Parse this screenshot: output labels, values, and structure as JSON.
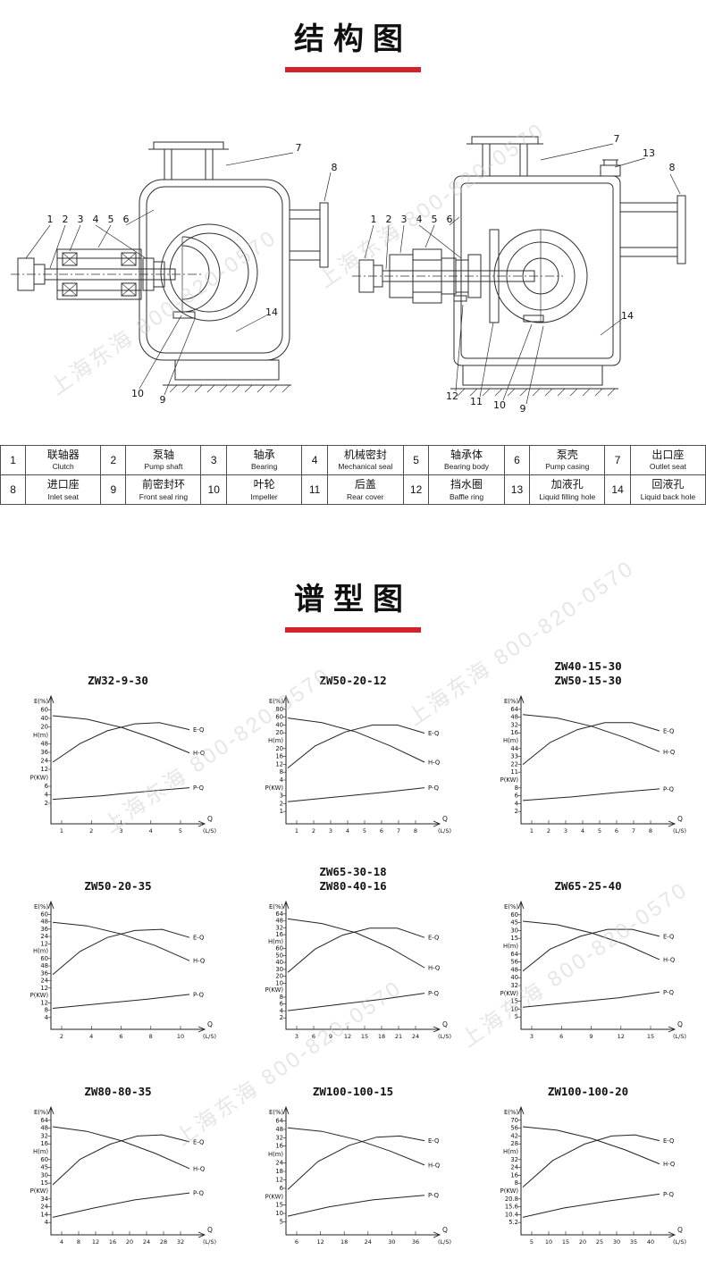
{
  "watermark": {
    "text": "上海东海 800-820-0570"
  },
  "section_structure": {
    "title": "结构图"
  },
  "section_curves": {
    "title": "谱型图"
  },
  "structure": {
    "diagram1": {
      "callouts": [
        "1",
        "2",
        "3",
        "4",
        "5",
        "6",
        "7",
        "8",
        "14",
        "10",
        "9"
      ]
    },
    "diagram2": {
      "callouts": [
        "1",
        "2",
        "3",
        "4",
        "5",
        "6",
        "7",
        "13",
        "8",
        "14",
        "12",
        "11",
        "10",
        "9"
      ]
    }
  },
  "parts": [
    {
      "num": "1",
      "cn": "联轴器",
      "en": "Clutch"
    },
    {
      "num": "2",
      "cn": "泵轴",
      "en": "Pump shaft"
    },
    {
      "num": "3",
      "cn": "轴承",
      "en": "Bearing"
    },
    {
      "num": "4",
      "cn": "机械密封",
      "en": "Mechanical seal"
    },
    {
      "num": "5",
      "cn": "轴承体",
      "en": "Bearing body"
    },
    {
      "num": "6",
      "cn": "泵壳",
      "en": "Pump casing"
    },
    {
      "num": "7",
      "cn": "出口座",
      "en": "Outlet seat"
    },
    {
      "num": "8",
      "cn": "进口座",
      "en": "Inlet seat"
    },
    {
      "num": "9",
      "cn": "前密封环",
      "en": "Front seal ring"
    },
    {
      "num": "10",
      "cn": "叶轮",
      "en": "Impeller"
    },
    {
      "num": "11",
      "cn": "后盖",
      "en": "Rear cover"
    },
    {
      "num": "12",
      "cn": "挡水圈",
      "en": "Baffle ring"
    },
    {
      "num": "13",
      "cn": "加液孔",
      "en": "Liquid filling hole"
    },
    {
      "num": "14",
      "cn": "回液孔",
      "en": "Liquid back hole"
    }
  ],
  "chart_data": [
    {
      "type": "line",
      "title_lines": [
        "ZW32-9-30"
      ],
      "x_label": "Q",
      "x_unit": "(L/S)",
      "x_ticks": [
        "1",
        "2",
        "3",
        "4",
        "5"
      ],
      "y_axis": [
        {
          "title": "E(%)",
          "ticks": [
            "60",
            "40",
            "20"
          ]
        },
        {
          "title": "H(m)",
          "ticks": [
            "48",
            "36",
            "24",
            "12"
          ]
        },
        {
          "title": "P(KW)",
          "ticks": [
            "6",
            "4",
            "2"
          ]
        }
      ],
      "series": [
        {
          "name": "E-Q",
          "points": [
            [
              0,
              0.5
            ],
            [
              0.2,
              0.34
            ],
            [
              0.4,
              0.23
            ],
            [
              0.6,
              0.17
            ],
            [
              0.78,
              0.16
            ],
            [
              1,
              0.22
            ]
          ]
        },
        {
          "name": "H-Q",
          "points": [
            [
              0,
              0.1
            ],
            [
              0.25,
              0.13
            ],
            [
              0.5,
              0.2
            ],
            [
              0.75,
              0.3
            ],
            [
              1,
              0.42
            ]
          ]
        },
        {
          "name": "P-Q",
          "points": [
            [
              0,
              0.82
            ],
            [
              0.35,
              0.79
            ],
            [
              0.7,
              0.75
            ],
            [
              1,
              0.72
            ]
          ]
        }
      ]
    },
    {
      "type": "line",
      "title_lines": [
        "ZW50-20-12"
      ],
      "x_label": "Q",
      "x_unit": "(L/S)",
      "x_ticks": [
        "1",
        "2",
        "3",
        "4",
        "5",
        "6",
        "7",
        "8"
      ],
      "y_axis": [
        {
          "title": "E(%)",
          "ticks": [
            "80",
            "60",
            "40",
            "20"
          ]
        },
        {
          "title": "H(m)",
          "ticks": [
            "20",
            "16",
            "12",
            "8",
            "4"
          ]
        },
        {
          "title": "P(KW)",
          "ticks": [
            "3",
            "2",
            "1"
          ]
        }
      ],
      "series": [
        {
          "name": "E-Q",
          "points": [
            [
              0,
              0.55
            ],
            [
              0.2,
              0.36
            ],
            [
              0.42,
              0.24
            ],
            [
              0.62,
              0.18
            ],
            [
              0.8,
              0.18
            ],
            [
              1,
              0.25
            ]
          ]
        },
        {
          "name": "H-Q",
          "points": [
            [
              0,
              0.12
            ],
            [
              0.25,
              0.16
            ],
            [
              0.5,
              0.24
            ],
            [
              0.75,
              0.36
            ],
            [
              1,
              0.5
            ]
          ]
        },
        {
          "name": "P-Q",
          "points": [
            [
              0,
              0.84
            ],
            [
              0.35,
              0.8
            ],
            [
              0.7,
              0.76
            ],
            [
              1,
              0.72
            ]
          ]
        }
      ]
    },
    {
      "type": "line",
      "title_lines": [
        "ZW40-15-30",
        "ZW50-15-30"
      ],
      "x_label": "Q",
      "x_unit": "(L/S)",
      "x_ticks": [
        "1",
        "2",
        "3",
        "4",
        "5",
        "6",
        "7",
        "8"
      ],
      "y_axis": [
        {
          "title": "E(%)",
          "ticks": [
            "64",
            "48",
            "32",
            "16"
          ]
        },
        {
          "title": "H(m)",
          "ticks": [
            "44",
            "33",
            "22",
            "11"
          ]
        },
        {
          "title": "P(KW)",
          "ticks": [
            "8",
            "6",
            "4",
            "2"
          ]
        }
      ],
      "series": [
        {
          "name": "E-Q",
          "points": [
            [
              0,
              0.52
            ],
            [
              0.2,
              0.33
            ],
            [
              0.4,
              0.22
            ],
            [
              0.6,
              0.16
            ],
            [
              0.8,
              0.16
            ],
            [
              1,
              0.23
            ]
          ]
        },
        {
          "name": "H-Q",
          "points": [
            [
              0,
              0.09
            ],
            [
              0.25,
              0.12
            ],
            [
              0.5,
              0.19
            ],
            [
              0.75,
              0.29
            ],
            [
              1,
              0.41
            ]
          ]
        },
        {
          "name": "P-Q",
          "points": [
            [
              0,
              0.83
            ],
            [
              0.35,
              0.8
            ],
            [
              0.7,
              0.76
            ],
            [
              1,
              0.73
            ]
          ]
        }
      ]
    },
    {
      "type": "line",
      "title_lines": [
        "ZW50-20-35"
      ],
      "x_label": "Q",
      "x_unit": "(L/S)",
      "x_ticks": [
        "2",
        "4",
        "6",
        "8",
        "10"
      ],
      "y_axis": [
        {
          "title": "E(%)",
          "ticks": [
            "60",
            "48",
            "36",
            "24",
            "12"
          ]
        },
        {
          "title": "H(m)",
          "ticks": [
            "60",
            "48",
            "36",
            "24",
            "12"
          ]
        },
        {
          "title": "P(KW)",
          "ticks": [
            "12",
            "8",
            "4"
          ]
        }
      ],
      "series": [
        {
          "name": "E-Q",
          "points": [
            [
              0,
              0.56
            ],
            [
              0.2,
              0.36
            ],
            [
              0.4,
              0.24
            ],
            [
              0.6,
              0.18
            ],
            [
              0.8,
              0.17
            ],
            [
              1,
              0.24
            ]
          ]
        },
        {
          "name": "H-Q",
          "points": [
            [
              0,
              0.11
            ],
            [
              0.25,
              0.14
            ],
            [
              0.5,
              0.21
            ],
            [
              0.75,
              0.31
            ],
            [
              1,
              0.44
            ]
          ]
        },
        {
          "name": "P-Q",
          "points": [
            [
              0,
              0.85
            ],
            [
              0.35,
              0.81
            ],
            [
              0.7,
              0.77
            ],
            [
              1,
              0.73
            ]
          ]
        }
      ]
    },
    {
      "type": "line",
      "title_lines": [
        "ZW65-30-18",
        "ZW80-40-16"
      ],
      "x_label": "Q",
      "x_unit": "(L/S)",
      "x_ticks": [
        "3",
        "6",
        "9",
        "12",
        "15",
        "18",
        "21",
        "24"
      ],
      "y_axis": [
        {
          "title": "E(%)",
          "ticks": [
            "64",
            "48",
            "32",
            "16"
          ]
        },
        {
          "title": "H(m)",
          "ticks": [
            "60",
            "50",
            "40",
            "30",
            "20",
            "10"
          ]
        },
        {
          "title": "P(KW)",
          "ticks": [
            "8",
            "6",
            "4",
            "2"
          ]
        }
      ],
      "series": [
        {
          "name": "E-Q",
          "points": [
            [
              0,
              0.54
            ],
            [
              0.2,
              0.34
            ],
            [
              0.4,
              0.22
            ],
            [
              0.6,
              0.16
            ],
            [
              0.8,
              0.16
            ],
            [
              1,
              0.24
            ]
          ]
        },
        {
          "name": "H-Q",
          "points": [
            [
              0,
              0.08
            ],
            [
              0.25,
              0.12
            ],
            [
              0.5,
              0.2
            ],
            [
              0.75,
              0.33
            ],
            [
              1,
              0.5
            ]
          ]
        },
        {
          "name": "P-Q",
          "points": [
            [
              0,
              0.87
            ],
            [
              0.35,
              0.82
            ],
            [
              0.7,
              0.77
            ],
            [
              1,
              0.72
            ]
          ]
        }
      ]
    },
    {
      "type": "line",
      "title_lines": [
        "ZW65-25-40"
      ],
      "x_label": "Q",
      "x_unit": "(L/S)",
      "x_ticks": [
        "3",
        "6",
        "9",
        "12",
        "15"
      ],
      "y_axis": [
        {
          "title": "E(%)",
          "ticks": [
            "60",
            "45",
            "30",
            "15"
          ]
        },
        {
          "title": "H(m)",
          "ticks": [
            "64",
            "56",
            "48",
            "40",
            "32"
          ]
        },
        {
          "title": "P(KW)",
          "ticks": [
            "15",
            "10",
            "5"
          ]
        }
      ],
      "series": [
        {
          "name": "E-Q",
          "points": [
            [
              0,
              0.53
            ],
            [
              0.2,
              0.34
            ],
            [
              0.42,
              0.23
            ],
            [
              0.62,
              0.17
            ],
            [
              0.8,
              0.17
            ],
            [
              1,
              0.23
            ]
          ]
        },
        {
          "name": "H-Q",
          "points": [
            [
              0,
              0.1
            ],
            [
              0.25,
              0.13
            ],
            [
              0.5,
              0.2
            ],
            [
              0.75,
              0.3
            ],
            [
              1,
              0.43
            ]
          ]
        },
        {
          "name": "P-Q",
          "points": [
            [
              0,
              0.84
            ],
            [
              0.35,
              0.8
            ],
            [
              0.7,
              0.76
            ],
            [
              1,
              0.71
            ]
          ]
        }
      ]
    },
    {
      "type": "line",
      "title_lines": [
        "ZW80-80-35"
      ],
      "x_label": "Q",
      "x_unit": "(L/S)",
      "x_ticks": [
        "4",
        "8",
        "12",
        "16",
        "20",
        "24",
        "28",
        "32"
      ],
      "y_axis": [
        {
          "title": "E(%)",
          "ticks": [
            "64",
            "48",
            "32",
            "16"
          ]
        },
        {
          "title": "H(m)",
          "ticks": [
            "60",
            "45",
            "30",
            "15"
          ]
        },
        {
          "title": "P(KW)",
          "ticks": [
            "34",
            "24",
            "14",
            "4"
          ]
        }
      ],
      "series": [
        {
          "name": "E-Q",
          "points": [
            [
              0,
              0.6
            ],
            [
              0.2,
              0.38
            ],
            [
              0.42,
              0.25
            ],
            [
              0.62,
              0.18
            ],
            [
              0.8,
              0.17
            ],
            [
              1,
              0.23
            ]
          ]
        },
        {
          "name": "H-Q",
          "points": [
            [
              0,
              0.1
            ],
            [
              0.25,
              0.14
            ],
            [
              0.5,
              0.22
            ],
            [
              0.75,
              0.33
            ],
            [
              1,
              0.46
            ]
          ]
        },
        {
          "name": "P-Q",
          "points": [
            [
              0,
              0.88
            ],
            [
              0.3,
              0.8
            ],
            [
              0.6,
              0.73
            ],
            [
              1,
              0.67
            ]
          ]
        }
      ]
    },
    {
      "type": "line",
      "title_lines": [
        "ZW100-100-15"
      ],
      "x_label": "Q",
      "x_unit": "(L/S)",
      "x_ticks": [
        "6",
        "12",
        "18",
        "24",
        "30",
        "36"
      ],
      "y_axis": [
        {
          "title": "E(%)",
          "ticks": [
            "64",
            "48",
            "32",
            "16"
          ]
        },
        {
          "title": "H(m)",
          "ticks": [
            "24",
            "18",
            "12",
            "6"
          ]
        },
        {
          "title": "P(KW)",
          "ticks": [
            "15",
            "10",
            "5"
          ]
        }
      ],
      "series": [
        {
          "name": "E-Q",
          "points": [
            [
              0,
              0.64
            ],
            [
              0.22,
              0.4
            ],
            [
              0.45,
              0.26
            ],
            [
              0.65,
              0.19
            ],
            [
              0.82,
              0.18
            ],
            [
              1,
              0.22
            ]
          ]
        },
        {
          "name": "H-Q",
          "points": [
            [
              0,
              0.11
            ],
            [
              0.25,
              0.14
            ],
            [
              0.5,
              0.21
            ],
            [
              0.75,
              0.31
            ],
            [
              1,
              0.43
            ]
          ]
        },
        {
          "name": "P-Q",
          "points": [
            [
              0,
              0.87
            ],
            [
              0.3,
              0.79
            ],
            [
              0.62,
              0.73
            ],
            [
              1,
              0.69
            ]
          ]
        }
      ]
    },
    {
      "type": "line",
      "title_lines": [
        "ZW100-100-20"
      ],
      "x_label": "Q",
      "x_unit": "(L/S)",
      "x_ticks": [
        "5",
        "10",
        "15",
        "20",
        "25",
        "30",
        "35",
        "40"
      ],
      "y_axis": [
        {
          "title": "E(%)",
          "ticks": [
            "70",
            "56",
            "42",
            "28"
          ]
        },
        {
          "title": "H(m)",
          "ticks": [
            "32",
            "24",
            "16",
            "8"
          ]
        },
        {
          "title": "P(KW)",
          "ticks": [
            "20.8",
            "15.6",
            "10.4",
            "5.2"
          ]
        }
      ],
      "series": [
        {
          "name": "E-Q",
          "points": [
            [
              0,
              0.62
            ],
            [
              0.22,
              0.39
            ],
            [
              0.45,
              0.25
            ],
            [
              0.65,
              0.18
            ],
            [
              0.82,
              0.17
            ],
            [
              1,
              0.22
            ]
          ]
        },
        {
          "name": "H-Q",
          "points": [
            [
              0,
              0.1
            ],
            [
              0.25,
              0.13
            ],
            [
              0.5,
              0.2
            ],
            [
              0.75,
              0.3
            ],
            [
              1,
              0.42
            ]
          ]
        },
        {
          "name": "P-Q",
          "points": [
            [
              0,
              0.88
            ],
            [
              0.3,
              0.8
            ],
            [
              0.62,
              0.74
            ],
            [
              1,
              0.68
            ]
          ]
        }
      ]
    }
  ]
}
